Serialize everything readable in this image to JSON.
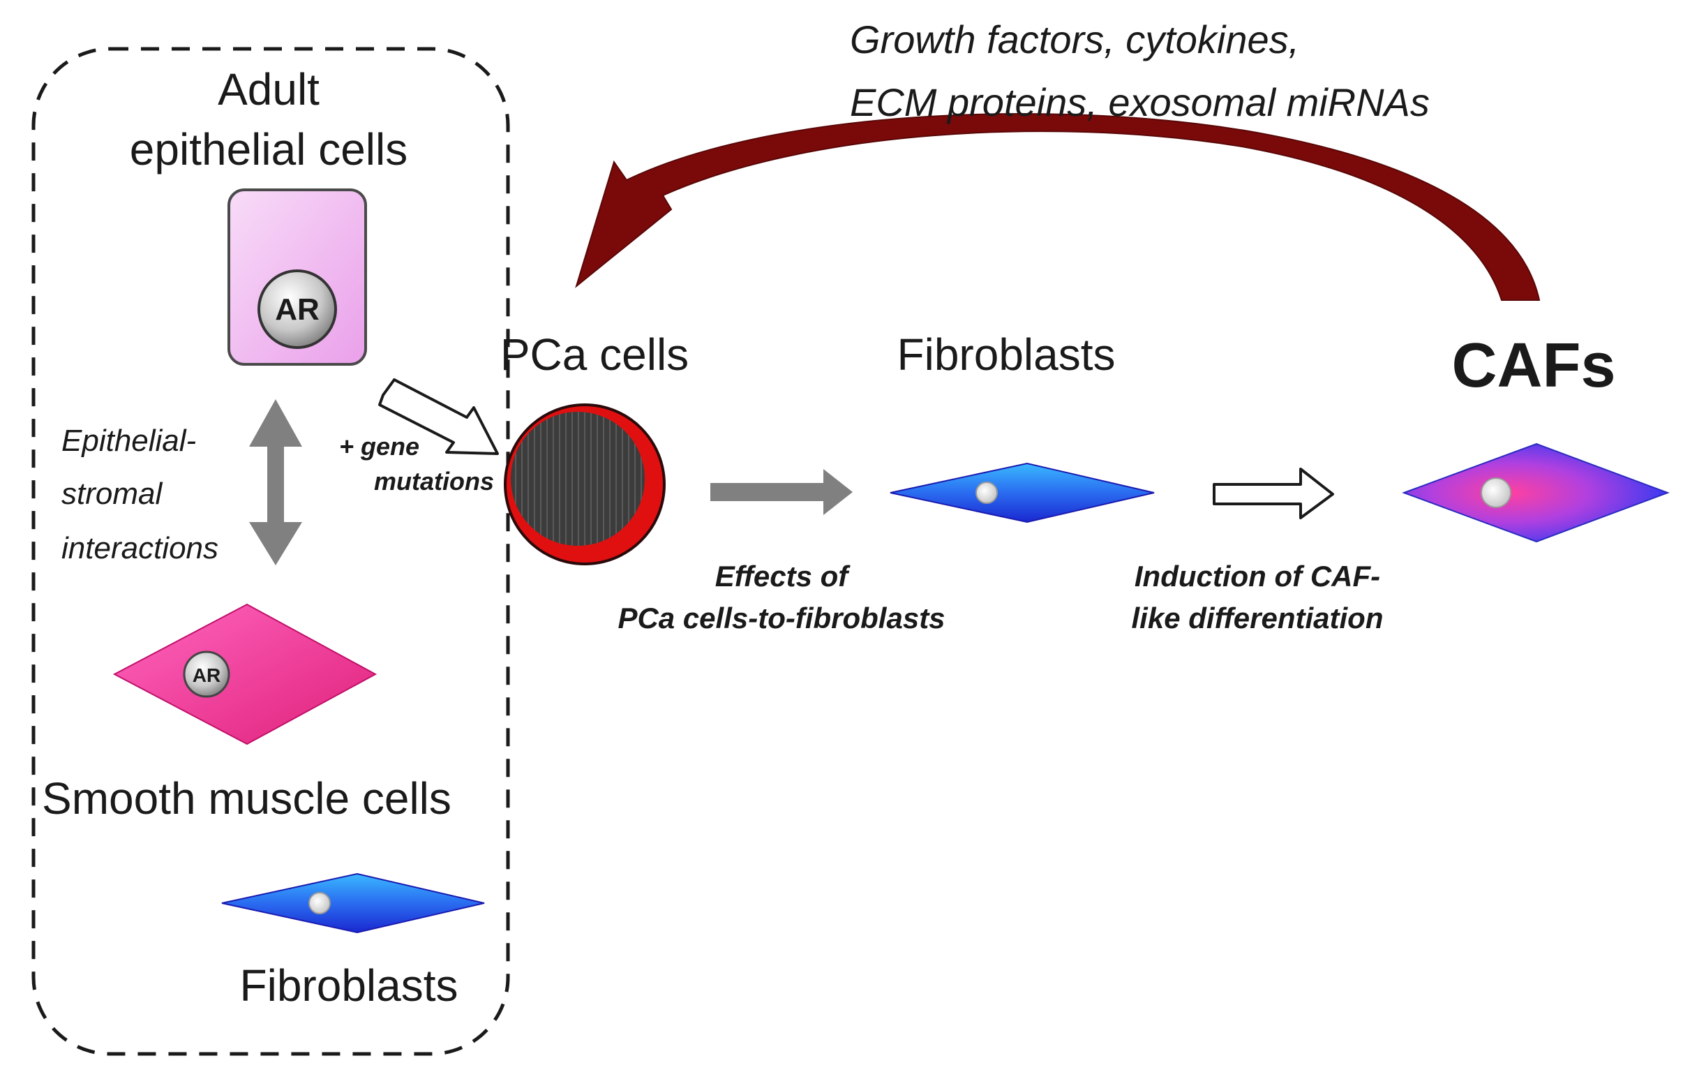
{
  "left_box": {
    "adult_label_line1": "Adult",
    "adult_label_line2": "epithelial cells",
    "ar_label": "AR",
    "ar_label_small": "AR",
    "interaction_line1": "Epithelial-",
    "interaction_line2": "stromal",
    "interaction_line3": "interactions",
    "smooth_muscle_label": "Smooth muscle cells",
    "fibroblasts_label": "Fibroblasts"
  },
  "mutation": {
    "line1": "+ gene",
    "line2": "mutations"
  },
  "pca": {
    "label": "PCa cells"
  },
  "fibroblasts_middle": {
    "label": "Fibroblasts"
  },
  "effects": {
    "line1": "Effects of",
    "line2": "PCa cells-to-fibroblasts"
  },
  "induction": {
    "line1": "Induction of CAF-",
    "line2": "like differentiation"
  },
  "cafs": {
    "label": "CAFs"
  },
  "feedback": {
    "line1": "Growth factors, cytokines,",
    "line2": "ECM proteins, exosomal miRNAs"
  },
  "colors": {
    "caf_red": "#e01010",
    "feedback_arrow": "#7a0a0a",
    "smooth_muscle": "#ee2f8f",
    "fibroblast_blue": "#2a40e6",
    "epithelial_fill": "#f2b8f2",
    "grey_arrow": "#808080"
  }
}
